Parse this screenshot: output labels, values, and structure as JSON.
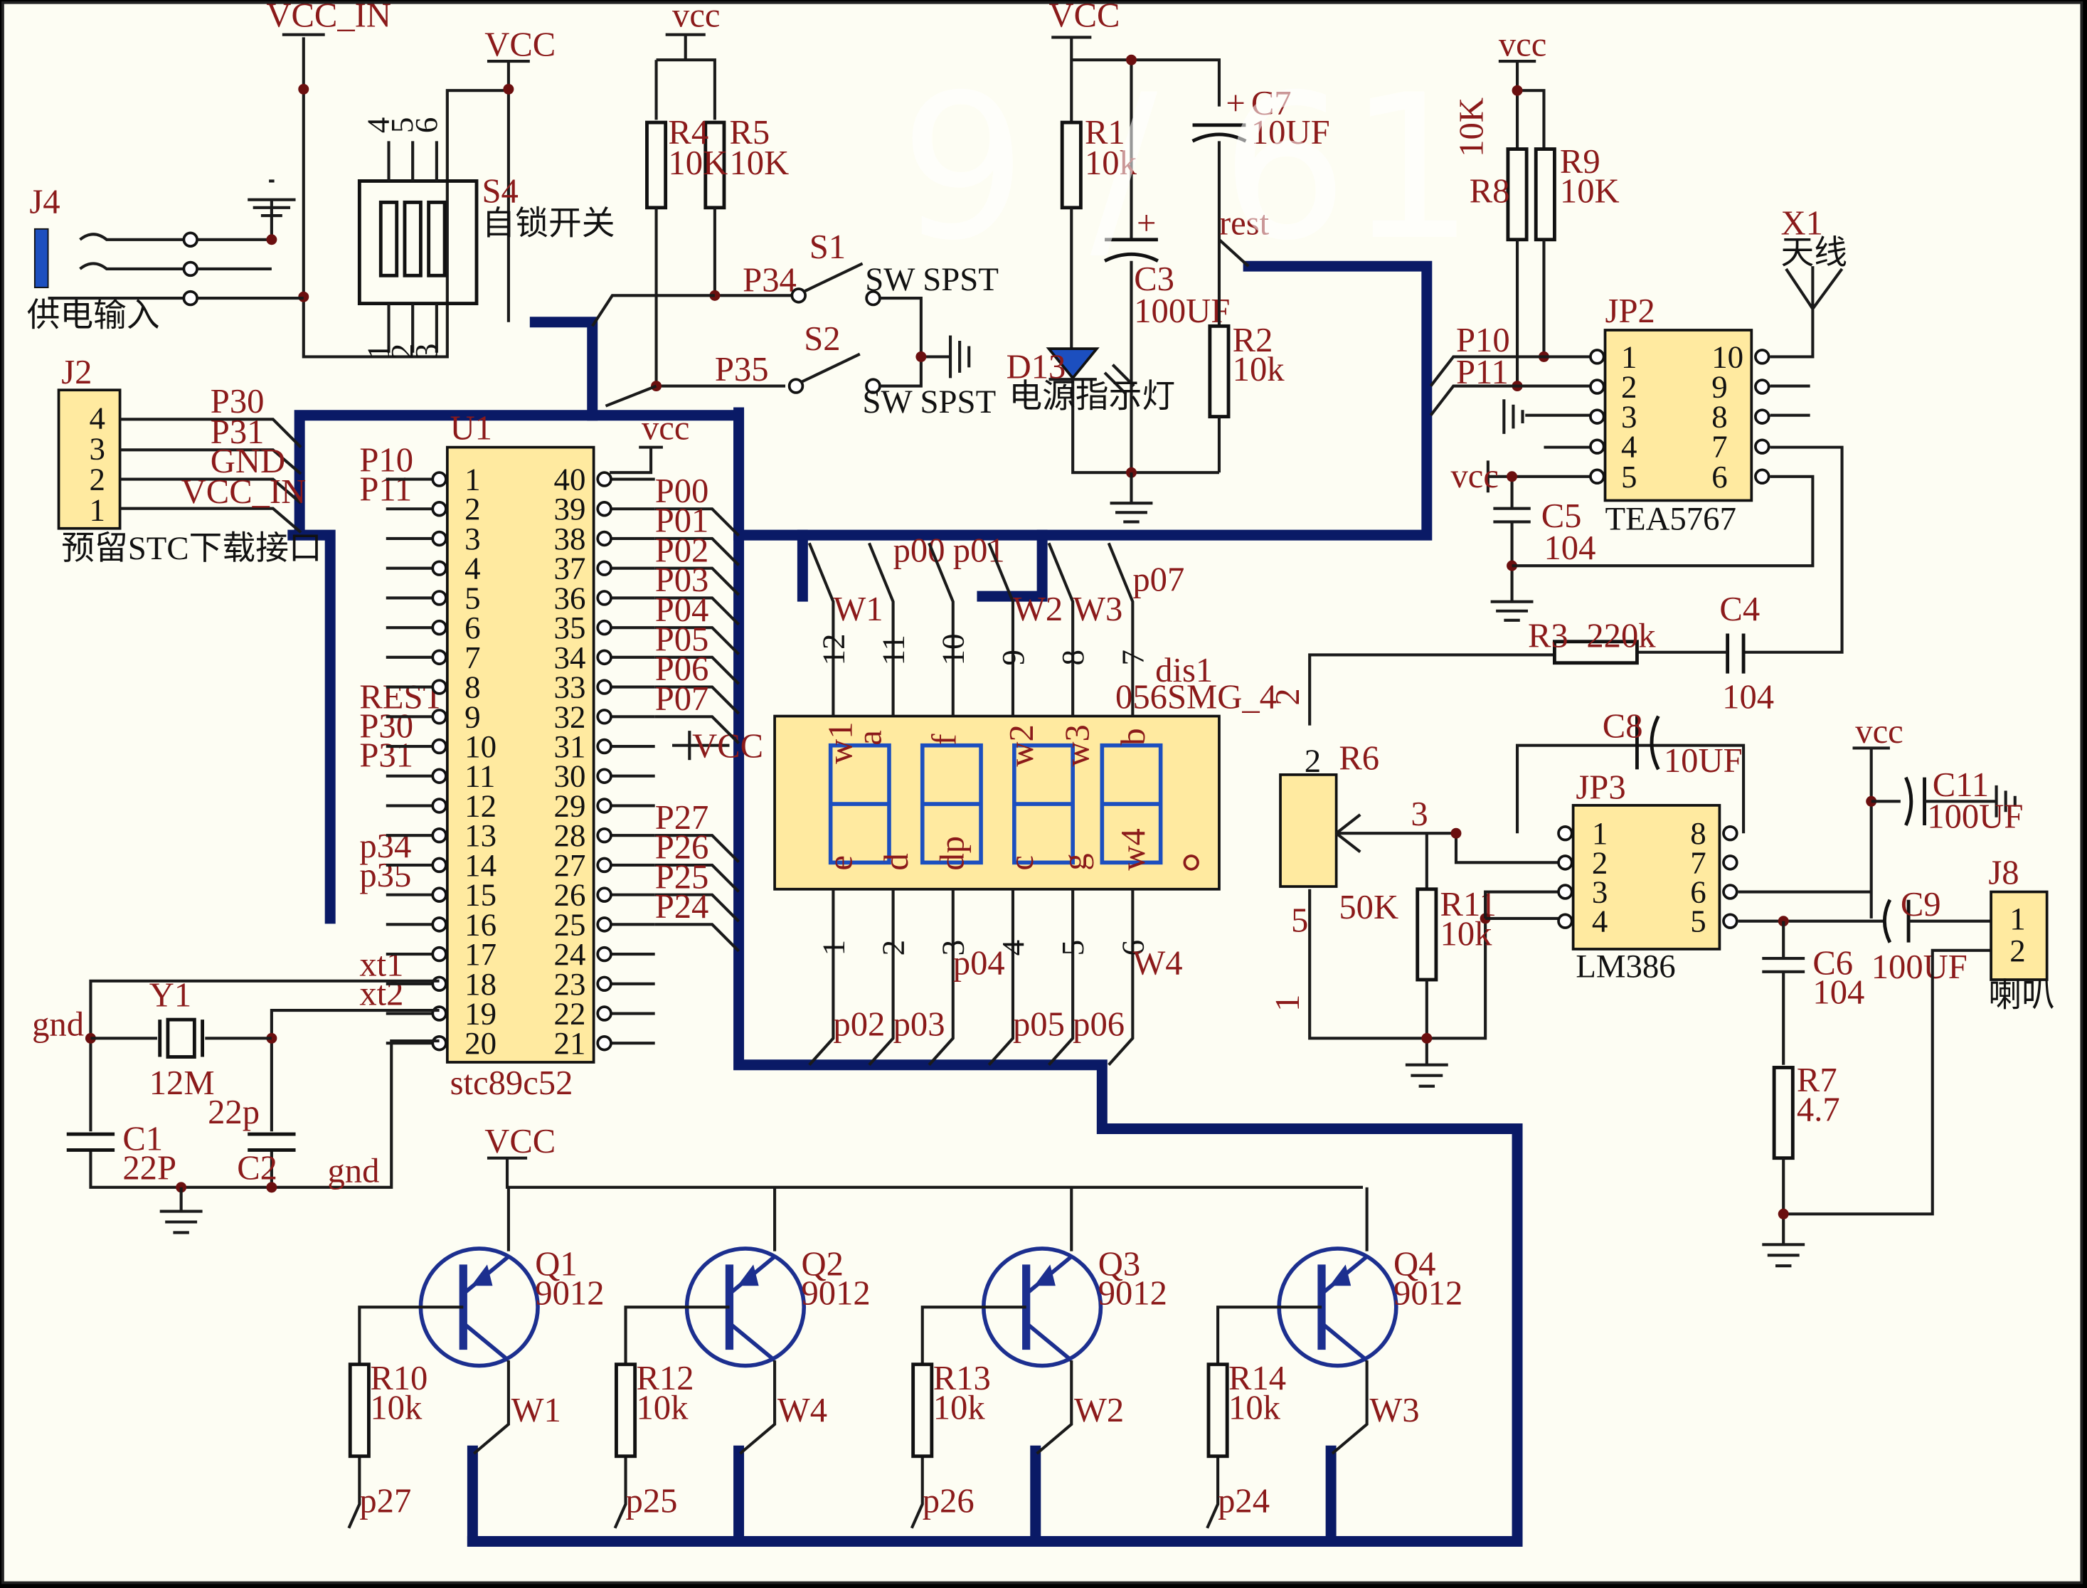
{
  "watermark": "9 / 61",
  "power": {
    "vcc_in": "VCC_IN",
    "vcc": "VCC",
    "vcc_lower": "vcc",
    "gnd": "gnd",
    "rest": "rest"
  },
  "j4": {
    "ref": "J4",
    "desc": "供电输入"
  },
  "s4": {
    "ref": "S4",
    "desc": "自锁开关",
    "pins": [
      "4",
      "5",
      "6",
      "1",
      "2",
      "3"
    ]
  },
  "j2": {
    "ref": "J2",
    "desc": "预留STC下载接口",
    "pins": [
      "4",
      "3",
      "2",
      "1"
    ],
    "nets": [
      "P30",
      "P31",
      "GND",
      "VCC_IN"
    ]
  },
  "resistors": {
    "r4": {
      "ref": "R4",
      "val": "10K"
    },
    "r5": {
      "ref": "R5",
      "val": "10K"
    },
    "r1": {
      "ref": "R1",
      "val": "10k"
    },
    "r2": {
      "ref": "R2",
      "val": "10k"
    },
    "r8": {
      "ref": "R8",
      "val": "10K"
    },
    "r9": {
      "ref": "R9",
      "val": "10K"
    },
    "r3": {
      "ref": "R3",
      "val": "220k"
    },
    "r6": {
      "ref": "R6",
      "val": "50K"
    },
    "r11": {
      "ref": "R11",
      "val": "10k"
    },
    "r7": {
      "ref": "R7",
      "val": "4.7"
    },
    "r10": {
      "ref": "R10",
      "val": "10k"
    },
    "r12": {
      "ref": "R12",
      "val": "10k"
    },
    "r13": {
      "ref": "R13",
      "val": "10k"
    },
    "r14": {
      "ref": "R14",
      "val": "10k"
    }
  },
  "caps": {
    "c7": {
      "ref": "C7",
      "val": "10UF"
    },
    "c3": {
      "ref": "C3",
      "val": "100UF"
    },
    "c5": {
      "ref": "C5",
      "val": "104"
    },
    "c4": {
      "ref": "C4",
      "val": "104"
    },
    "c8": {
      "ref": "C8",
      "val": "10UF"
    },
    "c11": {
      "ref": "C11",
      "val": "100UF"
    },
    "c9": {
      "ref": "C9",
      "val": "100UF"
    },
    "c6": {
      "ref": "C6",
      "val": "104"
    },
    "c1": {
      "ref": "C1",
      "val": "22P"
    },
    "c2": {
      "ref": "C2",
      "val": "22p"
    }
  },
  "switches": {
    "s1": {
      "ref": "S1",
      "type": "SW SPST",
      "net": "P34"
    },
    "s2": {
      "ref": "S2",
      "type": "SW SPST",
      "net": "P35"
    }
  },
  "d13": {
    "ref": "D13",
    "desc": "电源指示灯"
  },
  "y1": {
    "ref": "Y1",
    "val": "12M"
  },
  "u1": {
    "ref": "U1",
    "part": "stc89c52",
    "left_pins": [
      "1",
      "2",
      "3",
      "4",
      "5",
      "6",
      "7",
      "8",
      "9",
      "10",
      "11",
      "12",
      "13",
      "14",
      "15",
      "16",
      "17",
      "18",
      "19",
      "20"
    ],
    "right_pins": [
      "40",
      "39",
      "38",
      "37",
      "36",
      "35",
      "34",
      "33",
      "32",
      "31",
      "30",
      "29",
      "28",
      "27",
      "26",
      "25",
      "24",
      "23",
      "22",
      "21"
    ],
    "left_nets": {
      "p10": "P10",
      "p11": "P11",
      "rest": "REST",
      "p30": "P30",
      "p31": "P31",
      "p34": "p34",
      "p35": "p35",
      "xt1": "xt1",
      "xt2": "xt2"
    },
    "right_nets": [
      "P00",
      "P01",
      "P02",
      "P03",
      "P04",
      "P05",
      "P06",
      "P07",
      "P27",
      "P26",
      "P25",
      "P24"
    ],
    "pin31_net": "VCC"
  },
  "dis1": {
    "ref": "dis1",
    "part": "056SMG_4",
    "top_pins": [
      "12",
      "11",
      "10",
      "9",
      "8",
      "7"
    ],
    "bottom_pins": [
      "1",
      "2",
      "3",
      "4",
      "5",
      "6"
    ],
    "top_nets": [
      "W1",
      "p00",
      "p01",
      "W2",
      "W3",
      "p07"
    ],
    "bottom_nets": [
      "p02",
      "p03",
      "p04",
      "p05",
      "p06",
      "W4"
    ],
    "digit_marks": [
      "w1",
      "a",
      "f",
      "w2",
      "w3",
      "b",
      "e",
      "d",
      "dp",
      "c",
      "g",
      "w4"
    ]
  },
  "jp2": {
    "ref": "JP2",
    "part": "TEA5767",
    "left_pins": [
      "1",
      "2",
      "3",
      "4",
      "5"
    ],
    "right_pins": [
      "10",
      "9",
      "8",
      "7",
      "6"
    ],
    "nets": [
      "P10",
      "P11"
    ]
  },
  "x1": {
    "ref": "X1",
    "desc": "天线"
  },
  "jp3": {
    "ref": "JP3",
    "part": "LM386",
    "left_pins": [
      "1",
      "2",
      "3",
      "4"
    ],
    "right_pins": [
      "8",
      "7",
      "6",
      "5"
    ]
  },
  "j8": {
    "ref": "J8",
    "desc": "喇叭",
    "pins": [
      "1",
      "2"
    ]
  },
  "r6_pins": [
    "1",
    "2",
    "3"
  ],
  "transistors": [
    {
      "ref": "Q1",
      "val": "9012",
      "emitter_net": "W1",
      "base_net": "p27"
    },
    {
      "ref": "Q2",
      "val": "9012",
      "emitter_net": "W4",
      "base_net": "p25"
    },
    {
      "ref": "Q3",
      "val": "9012",
      "emitter_net": "W2",
      "base_net": "p26"
    },
    {
      "ref": "Q4",
      "val": "9012",
      "emitter_net": "W3",
      "base_net": "p24"
    }
  ]
}
